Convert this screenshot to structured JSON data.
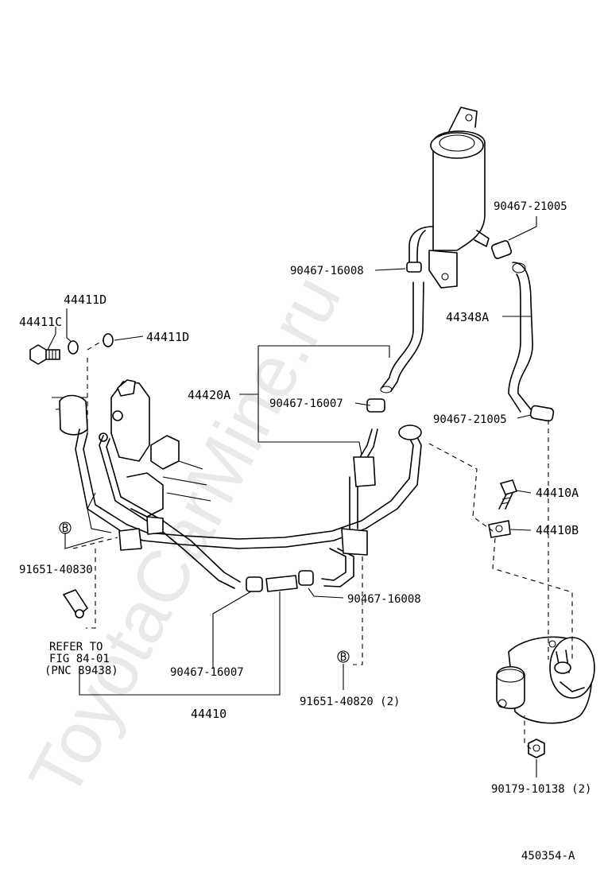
{
  "watermark": "ToyotaCarMine.ru",
  "figure_id": "450354-A",
  "refer_note": {
    "line1": "REFER TO",
    "line2": "FIG 84-01",
    "line3": "(PNC 89438)"
  },
  "bolt_marker": "B",
  "labels": {
    "p90467_21005_top": "90467-21005",
    "p90467_16008_top": "90467-16008",
    "p44411D_top": "44411D",
    "p44411C": "44411C",
    "p44411D_right": "44411D",
    "p44348A": "44348A",
    "p44420A": "44420A",
    "p90467_16007_mid": "90467-16007",
    "p90467_21005_mid": "90467-21005",
    "p44410A": "44410A",
    "p44410B": "44410B",
    "p91651_40830": "91651-40830",
    "p90467_16008_bottom": "90467-16008",
    "p90467_16007_bottom": "90467-16007",
    "p44410": "44410",
    "p91651_40820": "91651-40820 (2)",
    "p90179_10138": "90179-10138 (2)"
  }
}
